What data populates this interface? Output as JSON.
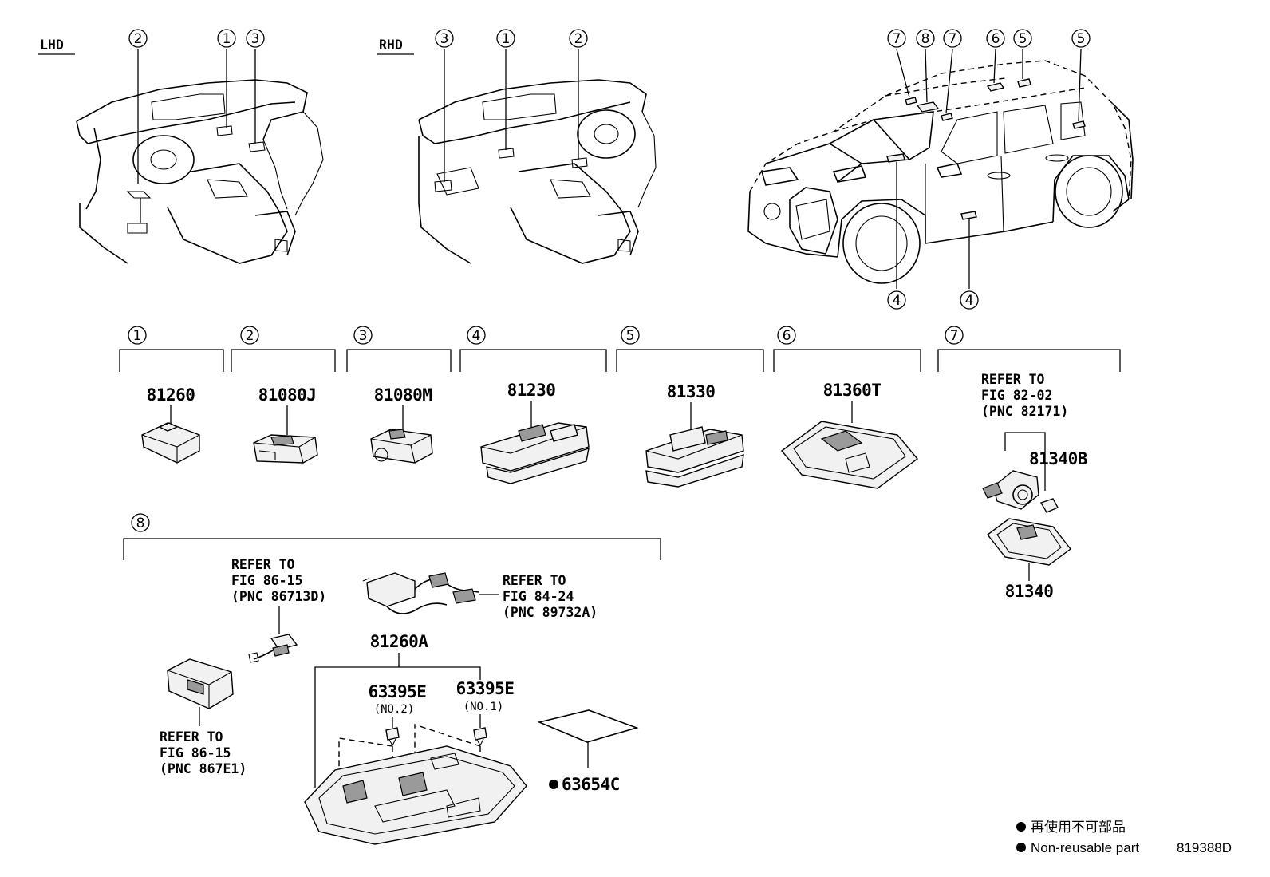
{
  "views": {
    "lhd": "LHD",
    "rhd": "RHD"
  },
  "callouts": {
    "lhd": [
      "2",
      "1",
      "3"
    ],
    "rhd": [
      "3",
      "1",
      "2"
    ],
    "car_top": [
      "7",
      "8",
      "7",
      "6",
      "5",
      "5"
    ],
    "car_bottom": [
      "4",
      "4"
    ]
  },
  "groups": [
    {
      "num": "1",
      "part": "81260"
    },
    {
      "num": "2",
      "part": "81080J"
    },
    {
      "num": "3",
      "part": "81080M"
    },
    {
      "num": "4",
      "part": "81230"
    },
    {
      "num": "5",
      "part": "81330"
    },
    {
      "num": "6",
      "part": "81360T"
    },
    {
      "num": "7",
      "part": "81340"
    }
  ],
  "group7": {
    "refer": [
      "REFER TO",
      "FIG 82-02",
      "(PNC 82171)"
    ],
    "sub_part": "81340B"
  },
  "group8": {
    "num": "8",
    "main_part": "81260A",
    "refer_a": [
      "REFER TO",
      "FIG 86-15",
      "(PNC 86713D)"
    ],
    "refer_b": [
      "REFER TO",
      "FIG 84-24",
      "(PNC 89732A)"
    ],
    "refer_c": [
      "REFER TO",
      "FIG 86-15",
      "(PNC 867E1)"
    ],
    "clip_left": {
      "part": "63395E",
      "sub": "(NO.2)"
    },
    "clip_right": {
      "part": "63395E",
      "sub": "(NO.1)"
    },
    "pad_part": "63654C"
  },
  "legend": {
    "line_jp": "再使用不可部品",
    "line_en": "Non-reusable part",
    "figure_id": "819388D"
  }
}
